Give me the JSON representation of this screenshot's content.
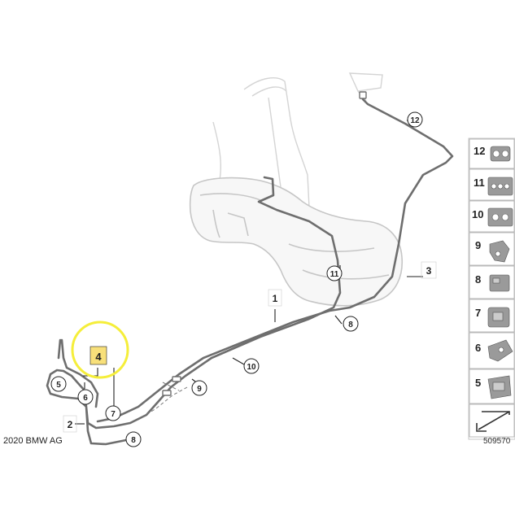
{
  "copyright": "2020 BMW AG",
  "reference_number": "509570",
  "colors": {
    "highlight_circle": "#f5ee3a",
    "highlight_box": "#f8e07a",
    "pipe": "#6e6e6e",
    "tank_outline": "#c9c9c9"
  },
  "callouts": {
    "c1": "1",
    "c2": "2",
    "c3": "3",
    "c4": "4",
    "c5": "5",
    "c6": "6",
    "c7": "7",
    "c8a": "8",
    "c8b": "8",
    "c9": "9",
    "c10": "10",
    "c11": "11",
    "c12": "12"
  },
  "legend": [
    {
      "number": "12",
      "icon": "hose-clip-12-icon"
    },
    {
      "number": "11",
      "icon": "triple-clip-icon"
    },
    {
      "number": "10",
      "icon": "double-clip-icon"
    },
    {
      "number": "9",
      "icon": "angled-holder-icon"
    },
    {
      "number": "8",
      "icon": "connector-block-icon"
    },
    {
      "number": "7",
      "icon": "quick-coupling-icon"
    },
    {
      "number": "6",
      "icon": "pipe-clip-icon"
    },
    {
      "number": "5",
      "icon": "bracket-icon"
    }
  ],
  "legend_footer_icon": "arrow-down-left-icon"
}
